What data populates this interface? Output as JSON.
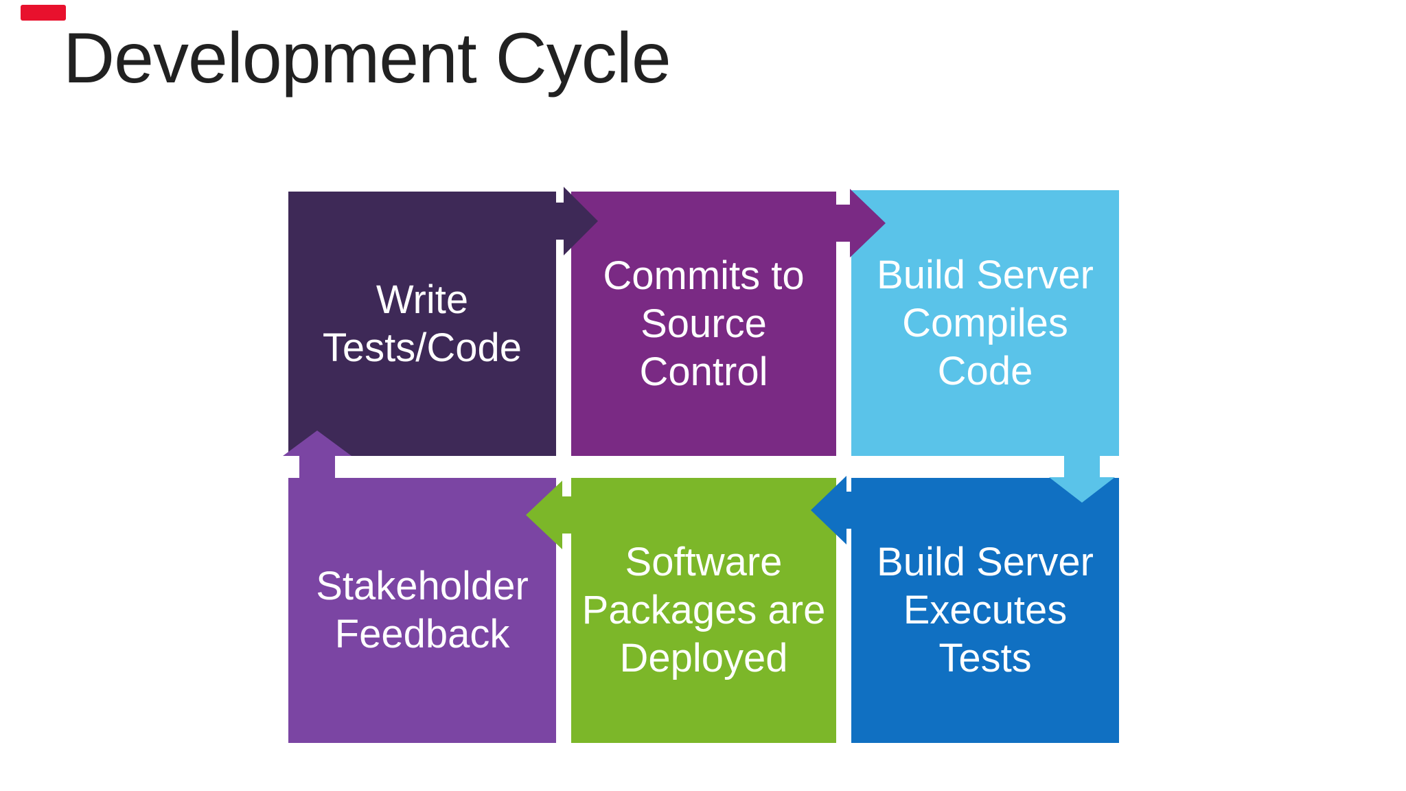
{
  "slide": {
    "title": "Development Cycle",
    "background_color": "#FFFFFF",
    "title_color": "#212121",
    "red_marker_color": "#E8112D"
  },
  "diagram": {
    "text_color": "#FFFFFF",
    "boxes": [
      {
        "id": "write-tests-code",
        "lines": [
          "Write",
          "Tests/Code"
        ],
        "color": "#3E2957"
      },
      {
        "id": "commits-to-source-control",
        "lines": [
          "Commits to",
          "Source",
          "Control"
        ],
        "color": "#7A2A84"
      },
      {
        "id": "build-server-compiles-code",
        "lines": [
          "Build Server",
          "Compiles",
          "Code"
        ],
        "color": "#5AC3E9"
      },
      {
        "id": "stakeholder-feedback",
        "lines": [
          "Stakeholder",
          "Feedback"
        ],
        "color": "#7B45A3"
      },
      {
        "id": "software-packages-deployed",
        "lines": [
          "Software",
          "Packages are",
          "Deployed"
        ],
        "color": "#7CB729"
      },
      {
        "id": "build-server-executes-tests",
        "lines": [
          "Build Server",
          "Executes",
          "Tests"
        ],
        "color": "#1070C2"
      }
    ],
    "arrows": [
      {
        "from": "Write Tests/Code",
        "to": "Commits to Source Control",
        "direction": "right",
        "color": "#3E2957"
      },
      {
        "from": "Commits to Source Control",
        "to": "Build Server Compiles Code",
        "direction": "right",
        "color": "#7A2A84"
      },
      {
        "from": "Build Server Compiles Code",
        "to": "Build Server Executes Tests",
        "direction": "down",
        "color": "#5AC3E9"
      },
      {
        "from": "Build Server Executes Tests",
        "to": "Software Packages are Deployed",
        "direction": "left",
        "color": "#1070C2"
      },
      {
        "from": "Software Packages are Deployed",
        "to": "Stakeholder Feedback",
        "direction": "left",
        "color": "#7CB729"
      },
      {
        "from": "Stakeholder Feedback",
        "to": "Write Tests/Code",
        "direction": "up",
        "color": "#7B45A3"
      }
    ]
  }
}
